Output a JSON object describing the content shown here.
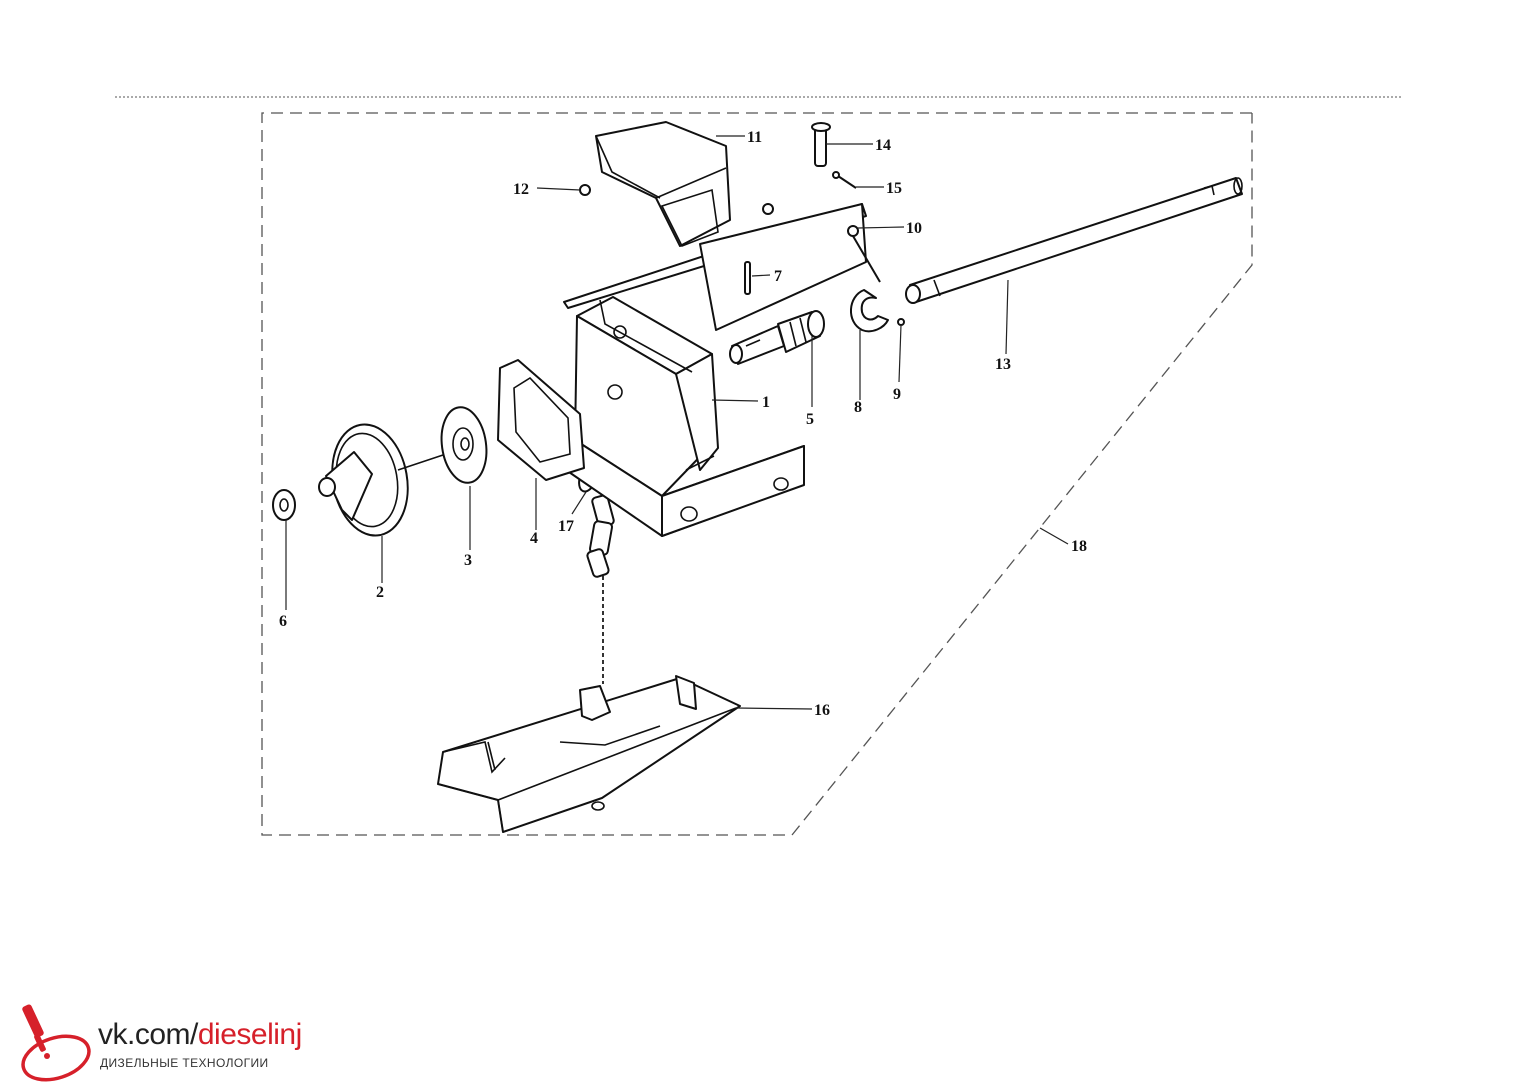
{
  "callouts": [
    {
      "id": "1",
      "text": "1"
    },
    {
      "id": "2",
      "text": "2"
    },
    {
      "id": "3",
      "text": "3"
    },
    {
      "id": "4",
      "text": "4"
    },
    {
      "id": "5",
      "text": "5"
    },
    {
      "id": "6",
      "text": "6"
    },
    {
      "id": "7",
      "text": "7"
    },
    {
      "id": "8",
      "text": "8"
    },
    {
      "id": "9",
      "text": "9"
    },
    {
      "id": "10",
      "text": "10"
    },
    {
      "id": "11",
      "text": "11"
    },
    {
      "id": "12",
      "text": "12"
    },
    {
      "id": "13",
      "text": "13"
    },
    {
      "id": "14",
      "text": "14"
    },
    {
      "id": "15",
      "text": "15"
    },
    {
      "id": "16",
      "text": "16"
    },
    {
      "id": "17",
      "text": "17"
    },
    {
      "id": "18",
      "text": "18"
    }
  ],
  "watermark": {
    "url_prefix": "vk.com/",
    "url_accent": "dieselinj",
    "tagline": "ДИЗЕЛЬНЫЕ ТЕХНОЛОГИИ"
  },
  "colors": {
    "accent": "#d6202a",
    "line": "#111111"
  }
}
